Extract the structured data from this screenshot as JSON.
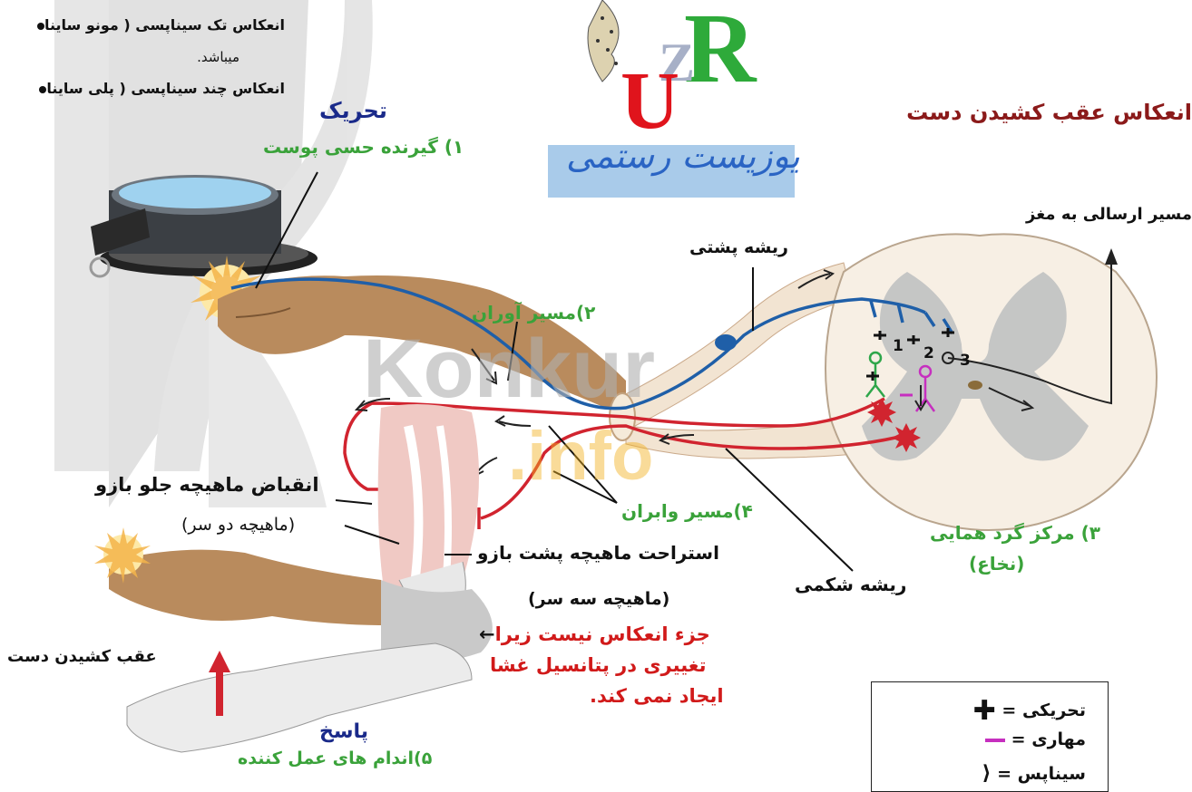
{
  "watermark": {
    "part1": "Konkur",
    "part2": ".info"
  },
  "logo": {
    "letter_r": "R",
    "letter_u": "U",
    "letter_z": "Z",
    "script_text": "یوزیست رستمی"
  },
  "bullets": [
    {
      "text": "انعکاس تک سیناپسی ( مونو ساینا"
    },
    {
      "text": "میباشد."
    },
    {
      "text": "انعکاس چند سیناپسی ( پلی ساینا"
    }
  ],
  "title": "انعکاس عقب کشیدن دست",
  "labels": {
    "stimulus": "تحریک",
    "receptor": "۱) گیرنده حسی پوست",
    "afferent": "۲)مسیر آوران",
    "dorsal_root": "ریشه پشتی",
    "brain_path": "مسیر ارسالی به مغز",
    "contraction": "انقباض ماهیچه جلو بازو",
    "biceps": "(ماهیچه دو سر)",
    "efferent": "۴)مسیر وابران",
    "relaxation": "استراحت ماهیچه پشت بازو",
    "triceps": "(ماهیچه سه سر)",
    "ventral_root": "ریشه شکمی",
    "center_line1": "۳) مرکز گرد همایی",
    "center_line2": "(نخاع)",
    "withdraw": "عقب کشیدن دست",
    "response": "پاسخ",
    "effector": "۵)اندام های عمل کننده",
    "note_arrow": "←",
    "note_line1": "جزء انعکاس نیست زیرا",
    "note_line2": "تغییری در پتانسیل غشا",
    "note_line3": "ایجاد نمی کند.",
    "num1": "1",
    "num2": "2",
    "num3": "3"
  },
  "legend": {
    "excitatory": "تحریکی = ",
    "inhibitory": "مهاری = ",
    "synapse": "سیناپس = "
  },
  "colors": {
    "afferent": "#1f5fa8",
    "efferent": "#d1242f",
    "green_label": "#3aa23a",
    "title": "#8b1a1a",
    "stimulus": "#1a2a8a",
    "note": "#d11a1a",
    "watermark": "#bdbdbd",
    "watermark_orange": "#f2b01e"
  }
}
